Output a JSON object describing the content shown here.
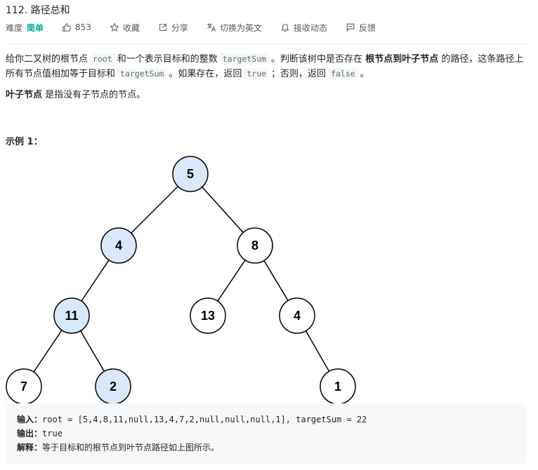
{
  "problem": {
    "title": "112. 路径总和",
    "difficulty_label": "难度",
    "difficulty": "简单",
    "likes": "853",
    "favorite": "收藏",
    "share": "分享",
    "switch_lang": "切换为英文",
    "notify": "接收动态",
    "feedback": "反馈"
  },
  "description": {
    "p1_a": "给你二叉树的根节点",
    "code_root": "root",
    "p1_b": "和一个表示目标和的整数",
    "code_target": "targetSum",
    "p1_c": "。判断该树中是否存在",
    "p1_bold": "根节点到叶子节点",
    "p1_d": "的路径，这条路径上所有节点值相加等于目标和",
    "code_target2": "targetSum",
    "p1_e": "。如果存在，返回",
    "code_true": "true",
    "p1_f": "；否则，返回",
    "code_false": "false",
    "p1_g": "。",
    "p2_bold": "叶子节点",
    "p2_rest": "是指没有子节点的节点。"
  },
  "example": {
    "title": "示例 1：",
    "input_label": "输入：",
    "input_value": "root = [5,4,8,11,null,13,4,7,2,null,null,null,1], targetSum = 22",
    "output_label": "输出：",
    "output_value": "true",
    "explain_label": "解释：",
    "explain_value": "等于目标和的根节点到叶节点路径如上图所示。"
  },
  "tree": {
    "highlight_color": "#dae8fc",
    "nodes": [
      {
        "id": "n5",
        "value": "5",
        "highlight": true
      },
      {
        "id": "n4a",
        "value": "4",
        "highlight": true
      },
      {
        "id": "n8",
        "value": "8",
        "highlight": false
      },
      {
        "id": "n11",
        "value": "11",
        "highlight": true
      },
      {
        "id": "n13",
        "value": "13",
        "highlight": false
      },
      {
        "id": "n4b",
        "value": "4",
        "highlight": false
      },
      {
        "id": "n7",
        "value": "7",
        "highlight": false
      },
      {
        "id": "n2",
        "value": "2",
        "highlight": true
      },
      {
        "id": "n1",
        "value": "1",
        "highlight": false
      }
    ],
    "edges": [
      [
        "n5",
        "n4a"
      ],
      [
        "n5",
        "n8"
      ],
      [
        "n4a",
        "n11"
      ],
      [
        "n8",
        "n13"
      ],
      [
        "n8",
        "n4b"
      ],
      [
        "n11",
        "n7"
      ],
      [
        "n11",
        "n2"
      ],
      [
        "n4b",
        "n1"
      ]
    ]
  }
}
